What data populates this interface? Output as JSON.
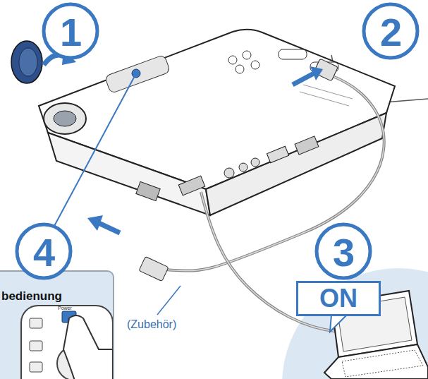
{
  "diagram": {
    "nodes": [
      {
        "text": [
          "ON"
        ]
      },
      {
        "text": [
          "bedienung"
        ]
      }
    ],
    "labels": [
      "1",
      "2",
      "3",
      "4",
      "(Zubehör)",
      "Power"
    ]
  }
}
